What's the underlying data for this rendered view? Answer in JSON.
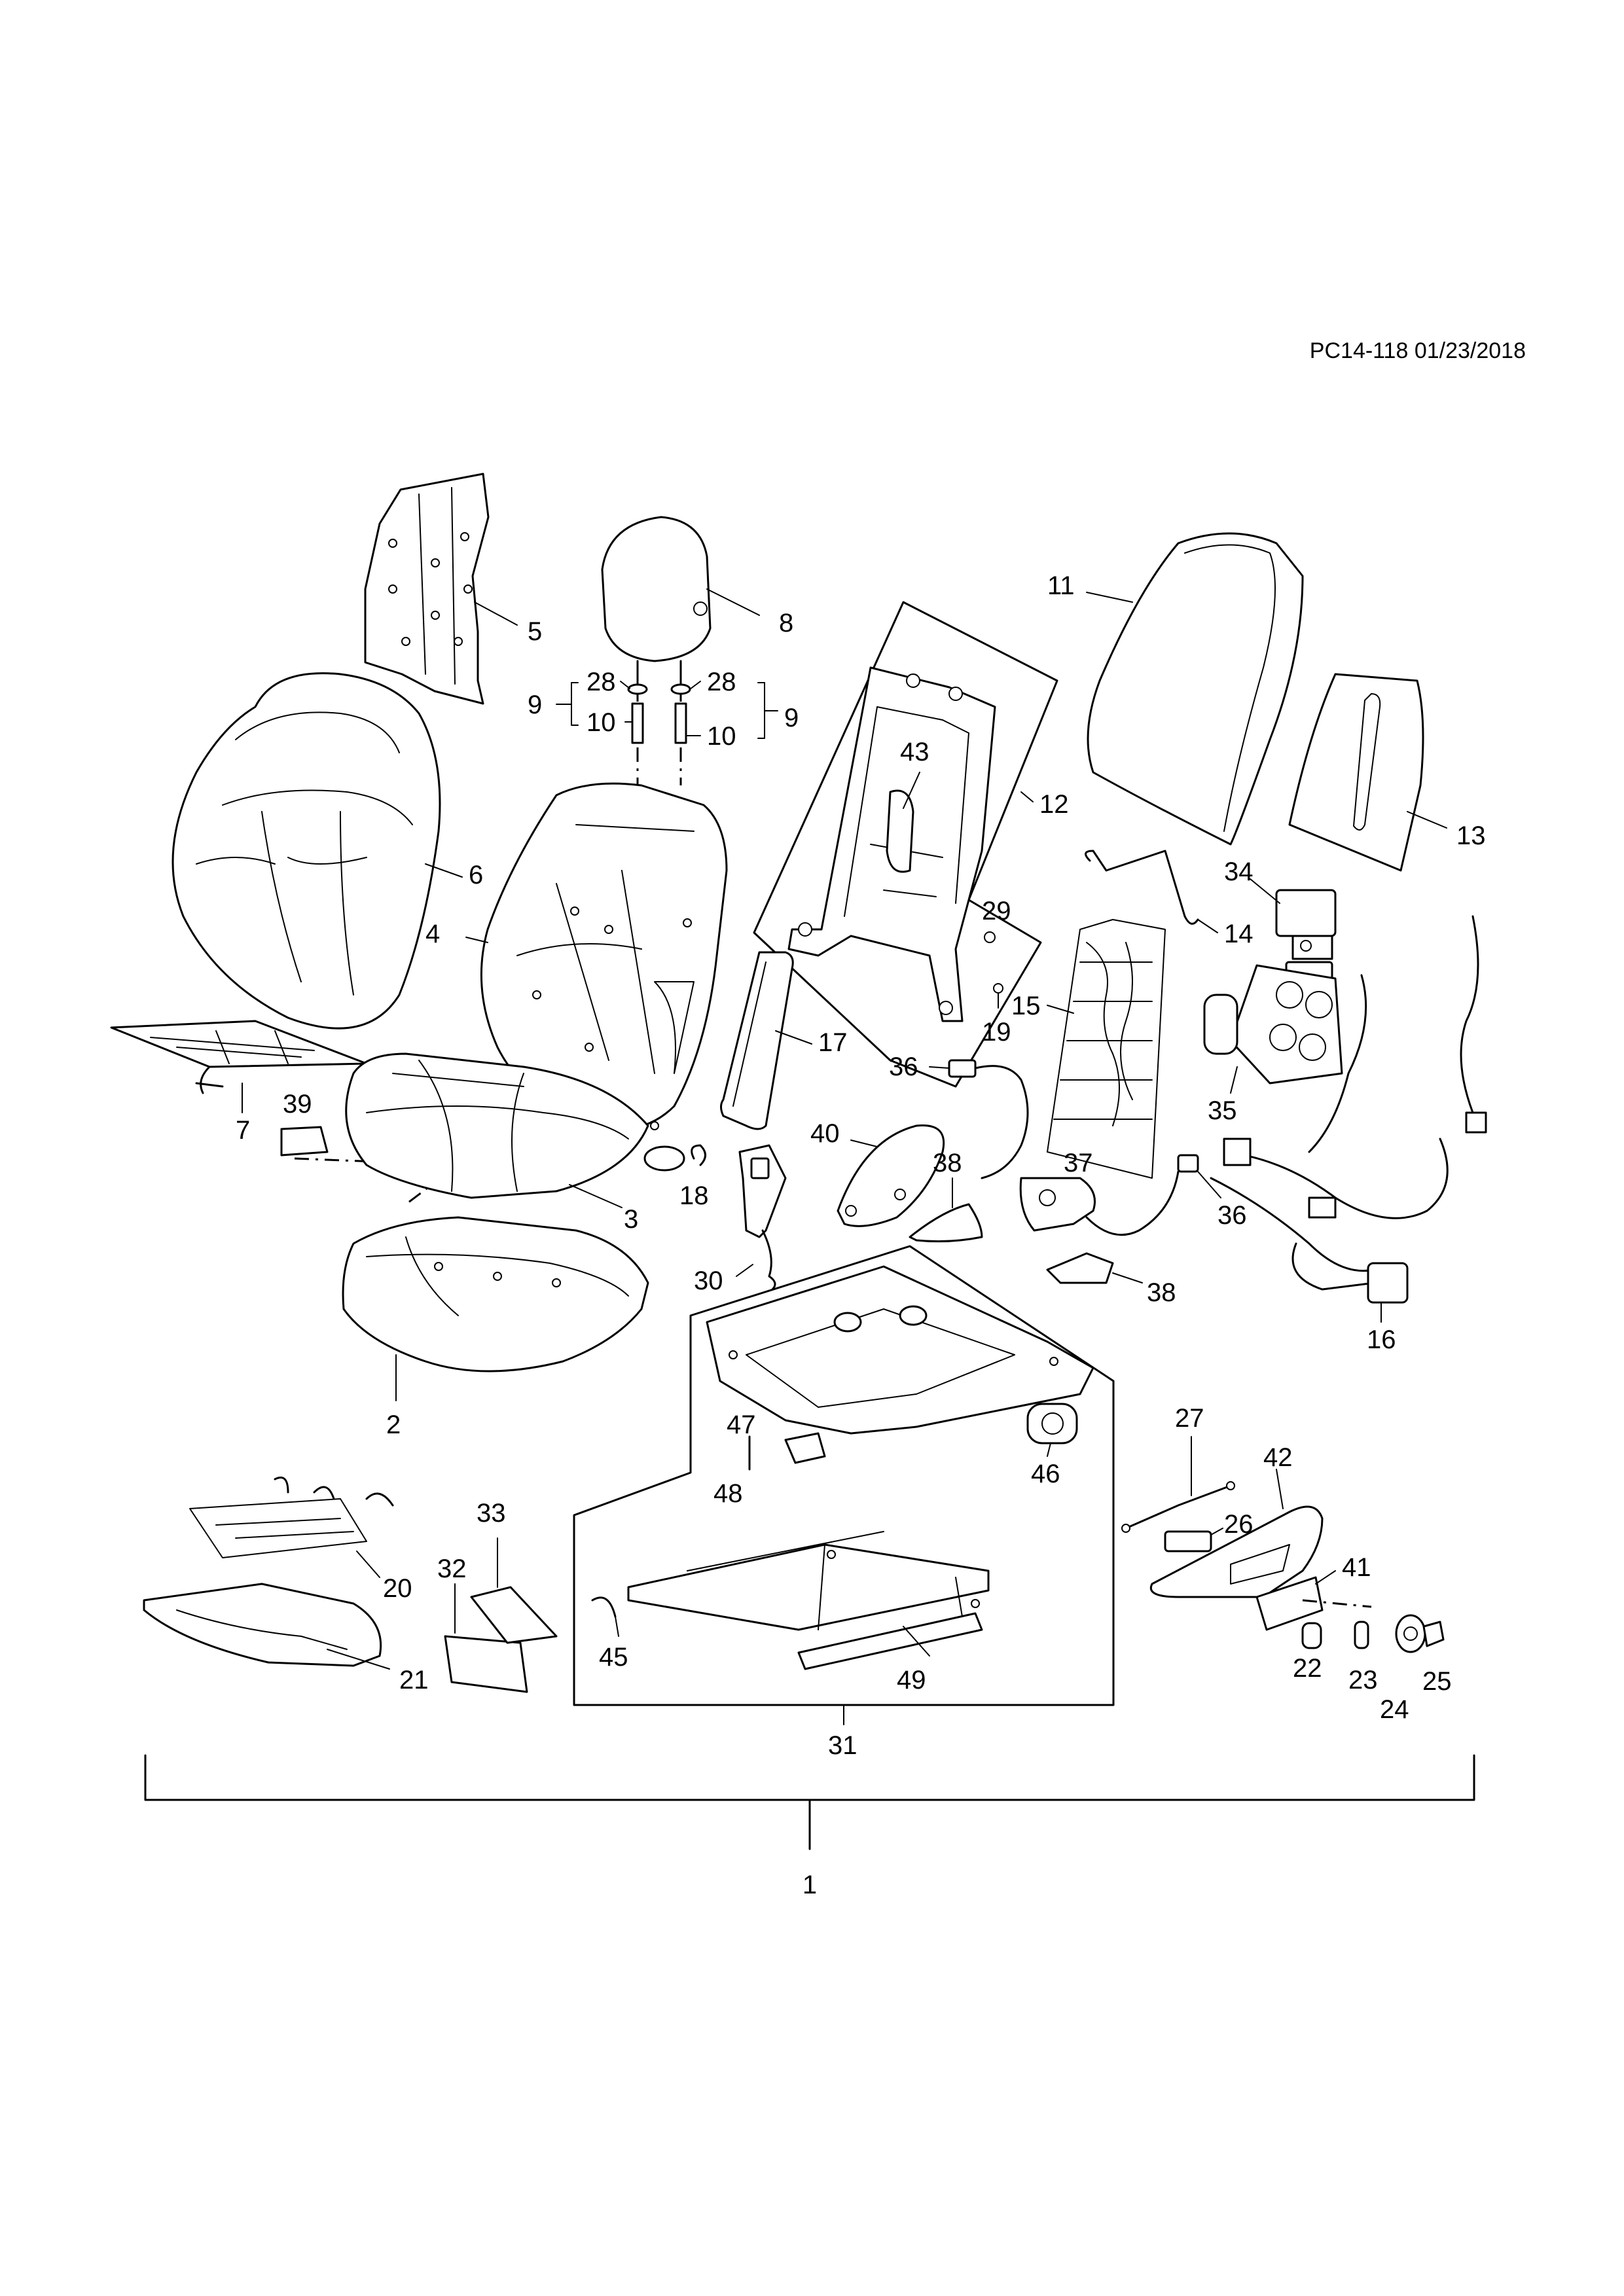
{
  "header": {
    "reference": "PC14-118 01/23/2018"
  },
  "callouts": {
    "c1": "1",
    "c2": "2",
    "c3": "3",
    "c4": "4",
    "c5": "5",
    "c6": "6",
    "c7": "7",
    "c8": "8",
    "c9": "9",
    "c10": "10",
    "c11": "11",
    "c12": "12",
    "c13": "13",
    "c14": "14",
    "c15": "15",
    "c16": "16",
    "c17": "17",
    "c18": "18",
    "c19": "19",
    "c20": "20",
    "c21": "21",
    "c22": "22",
    "c23": "23",
    "c24": "24",
    "c25": "25",
    "c26": "26",
    "c27": "27",
    "c28": "28",
    "c29": "29",
    "c30": "30",
    "c31": "31",
    "c32": "32",
    "c33": "33",
    "c34": "34",
    "c35": "35",
    "c36": "36",
    "c37": "37",
    "c38": "38",
    "c39": "39",
    "c40": "40",
    "c41": "41",
    "c42": "42",
    "c43": "43",
    "c45": "45",
    "c46": "46",
    "c47": "47",
    "c48": "48",
    "c49": "49"
  }
}
